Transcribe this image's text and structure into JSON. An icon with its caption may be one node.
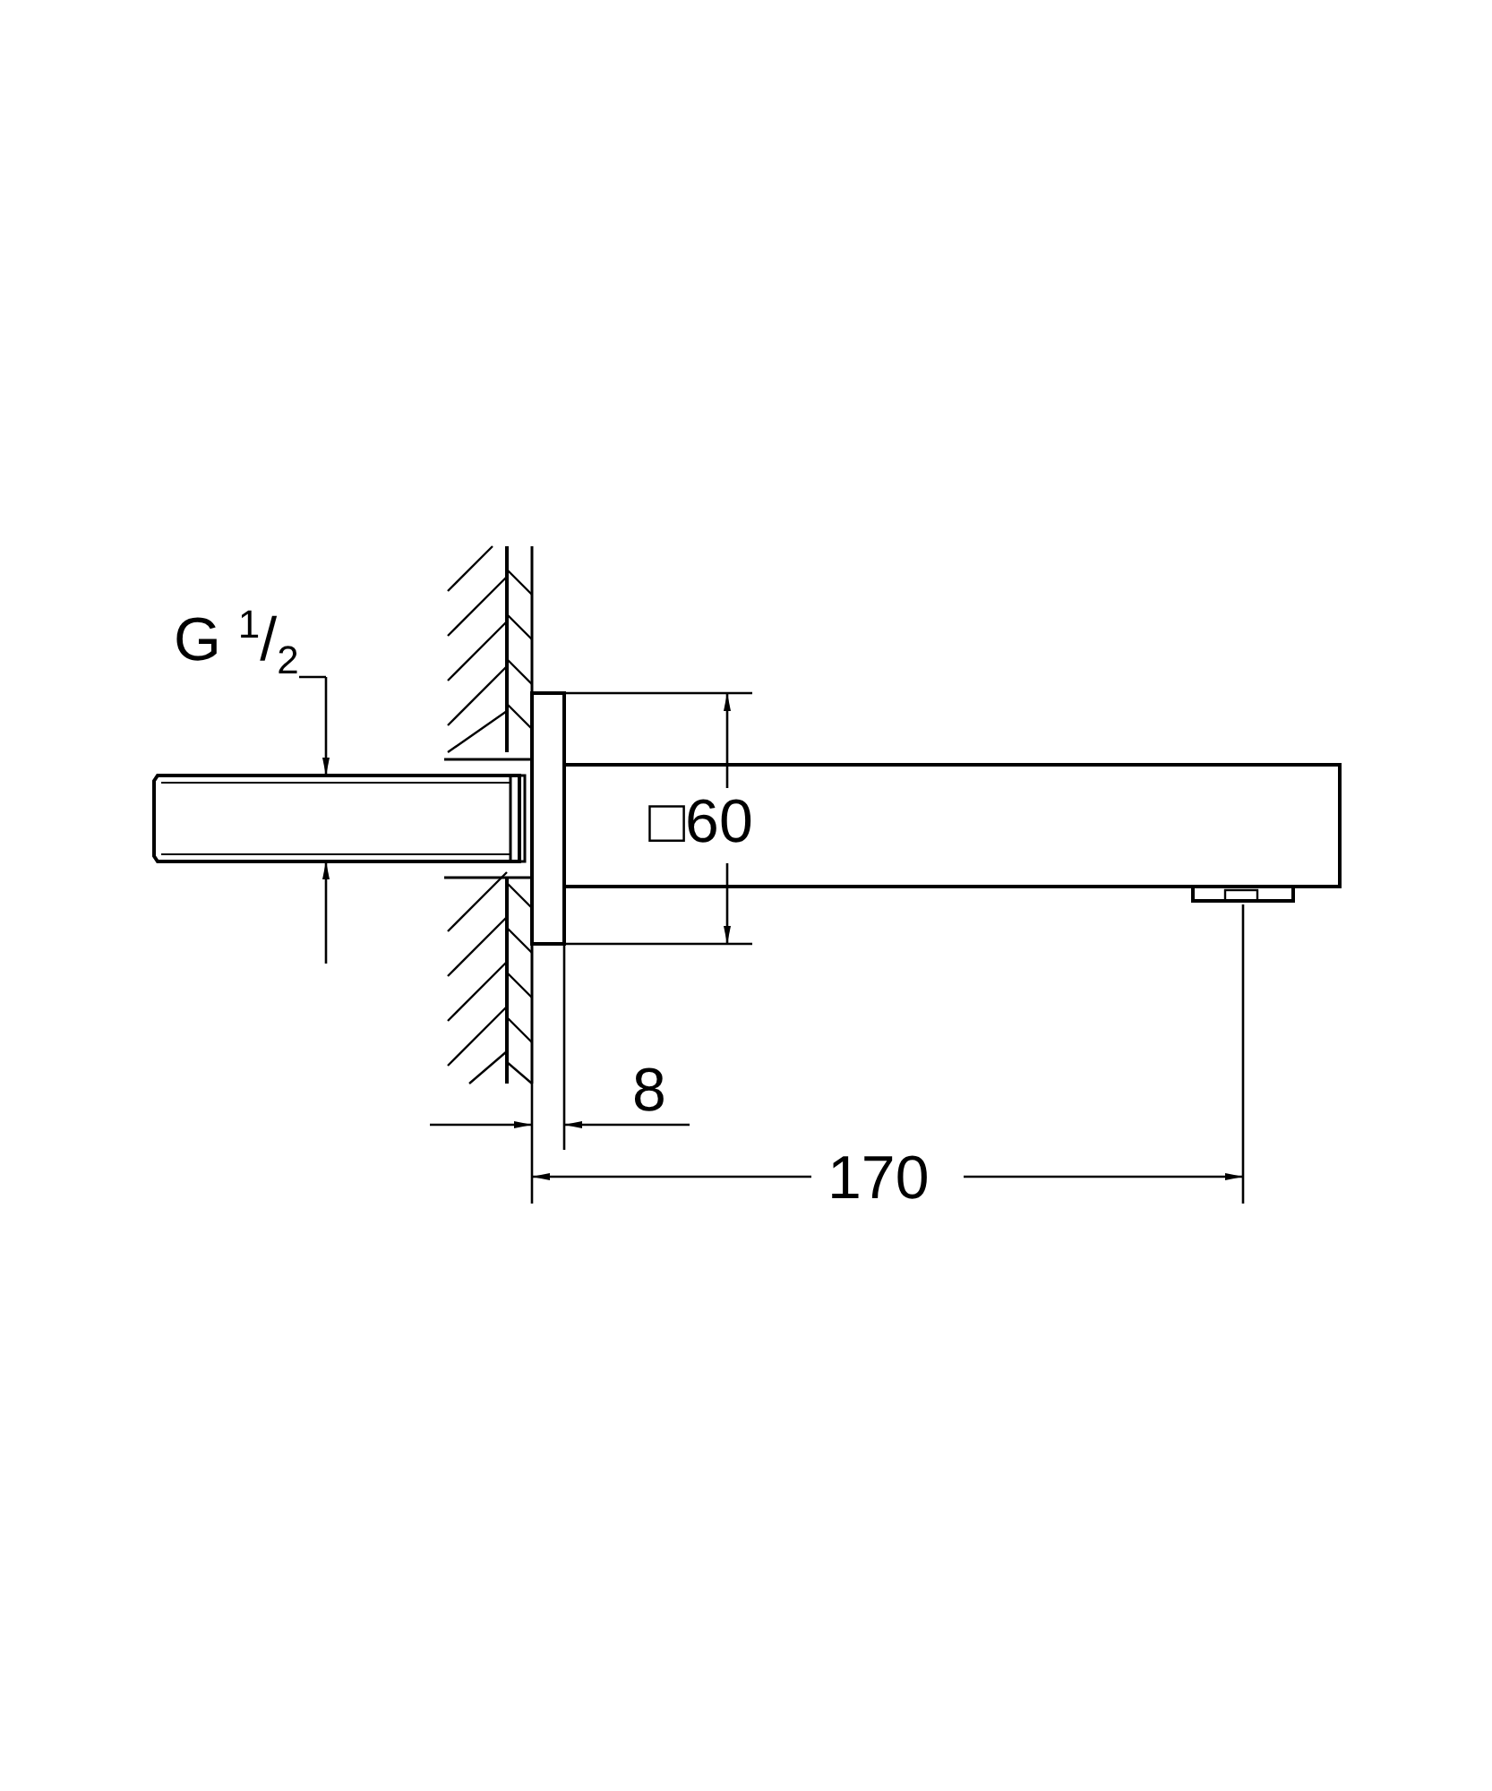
{
  "diagram": {
    "labels": [
      "G $^{1}$/$_{2}$",
      "□60",
      "8",
      "170"
    ]
  }
}
